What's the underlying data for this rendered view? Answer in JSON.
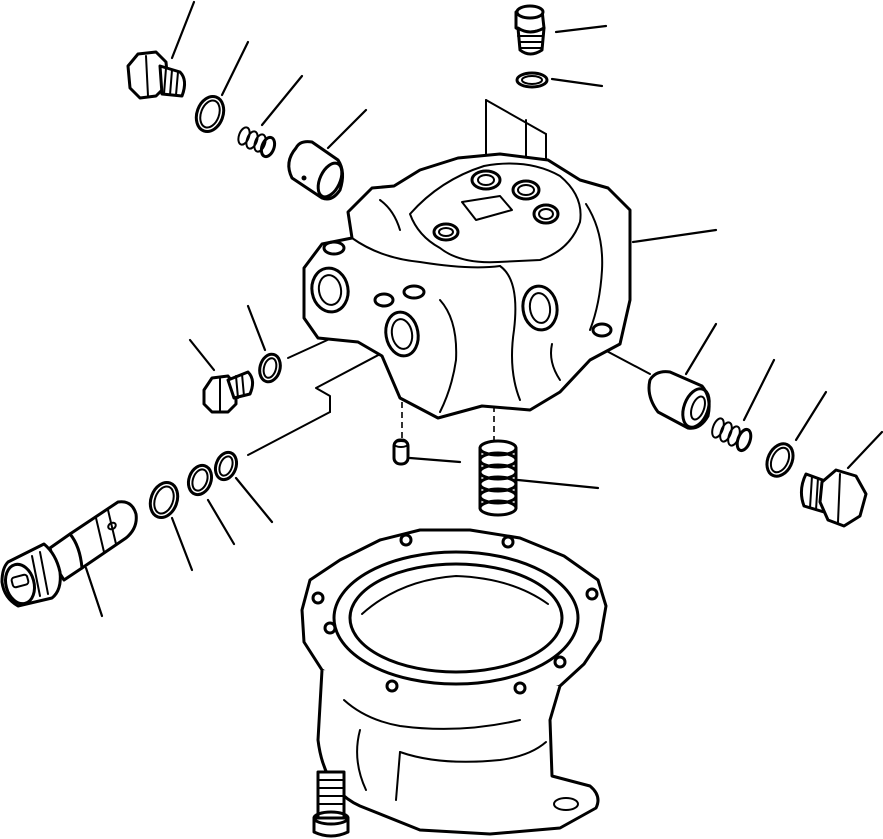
{
  "figure": {
    "parts": [
      {
        "name": "plug-upper-left"
      },
      {
        "name": "o-ring-upper-left"
      },
      {
        "name": "spring-upper-left"
      },
      {
        "name": "piston-upper-left"
      },
      {
        "name": "plug-top"
      },
      {
        "name": "o-ring-top"
      },
      {
        "name": "valve-body"
      },
      {
        "name": "plug-mid-left"
      },
      {
        "name": "o-ring-mid-left"
      },
      {
        "name": "piston-right"
      },
      {
        "name": "spring-right"
      },
      {
        "name": "o-ring-right"
      },
      {
        "name": "plug-right"
      },
      {
        "name": "dowel-pin"
      },
      {
        "name": "spring-center"
      },
      {
        "name": "o-ring-lower-a"
      },
      {
        "name": "o-ring-lower-b"
      },
      {
        "name": "o-ring-lower-c"
      },
      {
        "name": "spool-cartridge"
      },
      {
        "name": "motor-case"
      },
      {
        "name": "bolt"
      }
    ]
  }
}
